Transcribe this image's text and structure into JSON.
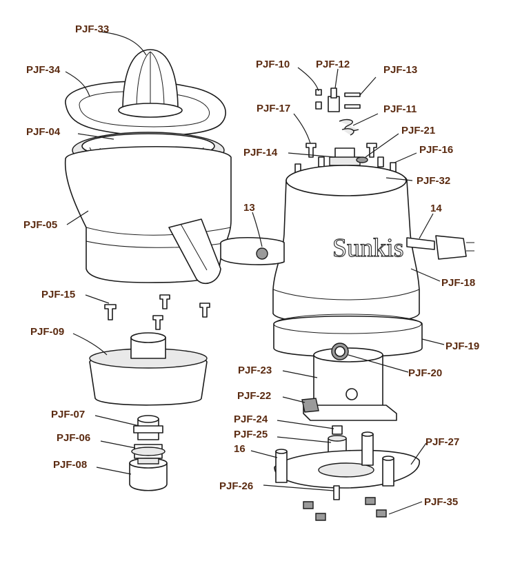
{
  "diagram": {
    "brand_text": "Sunkis",
    "labels": {
      "pjf33": "PJF-33",
      "pjf34": "PJF-34",
      "pjf04": "PJF-04",
      "pjf05": "PJF-05",
      "pjf15": "PJF-15",
      "pjf09": "PJF-09",
      "pjf07": "PJF-07",
      "pjf06": "PJF-06",
      "pjf08": "PJF-08",
      "pjf10": "PJF-10",
      "pjf12": "PJF-12",
      "pjf13": "PJF-13",
      "pjf17": "PJF-17",
      "pjf11": "PJF-11",
      "pjf21": "PJF-21",
      "pjf14": "PJF-14",
      "pjf16": "PJF-16",
      "pjf32": "PJF-32",
      "n13": "13",
      "n14": "14",
      "pjf18": "PJF-18",
      "pjf19": "PJF-19",
      "pjf20": "PJF-20",
      "pjf23": "PJF-23",
      "pjf22": "PJF-22",
      "pjf24": "PJF-24",
      "pjf25": "PJF-25",
      "n16": "16",
      "pjf27": "PJF-27",
      "pjf26": "PJF-26",
      "pjf35": "PJF-35"
    }
  }
}
